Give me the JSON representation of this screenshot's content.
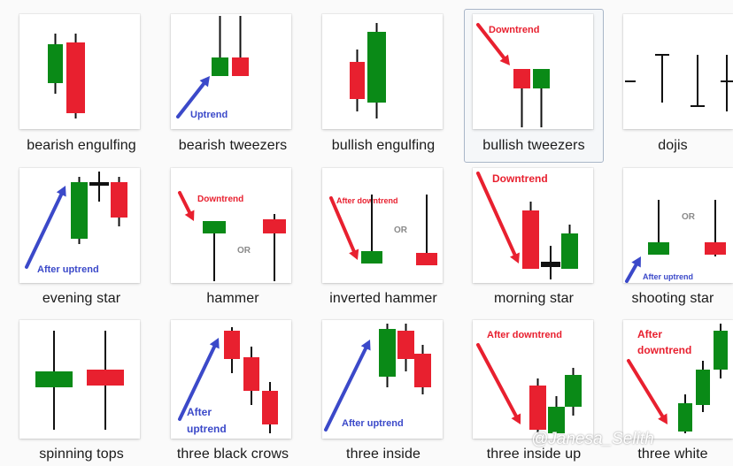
{
  "colors": {
    "bull": "#0a8a17",
    "bear": "#e8202f",
    "blue": "#3b49c9",
    "text": "#1a1a1a",
    "or": "#8a8a8a"
  },
  "tiles": [
    {
      "label": "bearish engulfing",
      "icon": "bearish-engulfing-pattern-icon",
      "selected": false,
      "annotations": []
    },
    {
      "label": "bearish tweezers",
      "icon": "bearish-tweezers-pattern-icon",
      "selected": false,
      "annotations": [
        "Uptrend"
      ]
    },
    {
      "label": "bullish engulfing",
      "icon": "bullish-engulfing-pattern-icon",
      "selected": false,
      "annotations": []
    },
    {
      "label": "bullish tweezers",
      "icon": "bullish-tweezers-pattern-icon",
      "selected": true,
      "annotations": [
        "Downtrend"
      ]
    },
    {
      "label": "dojis",
      "icon": "dojis-pattern-icon",
      "selected": false,
      "annotations": []
    },
    {
      "label": "evening star",
      "icon": "evening-star-pattern-icon",
      "selected": false,
      "annotations": [
        "After uptrend"
      ]
    },
    {
      "label": "hammer",
      "icon": "hammer-pattern-icon",
      "selected": false,
      "annotations": [
        "Downtrend",
        "OR"
      ]
    },
    {
      "label": "inverted hammer",
      "icon": "inverted-hammer-pattern-icon",
      "selected": false,
      "annotations": [
        "After downtrend",
        "OR"
      ]
    },
    {
      "label": "morning star",
      "icon": "morning-star-pattern-icon",
      "selected": false,
      "annotations": [
        "Downtrend"
      ]
    },
    {
      "label": "shooting star",
      "icon": "shooting-star-pattern-icon",
      "selected": false,
      "annotations": [
        "OR",
        "After uptrend"
      ]
    },
    {
      "label": "spinning tops",
      "icon": "spinning-tops-pattern-icon",
      "selected": false,
      "annotations": []
    },
    {
      "label": "three black crows",
      "icon": "three-black-crows-pattern-icon",
      "selected": false,
      "annotations": [
        "After uptrend"
      ]
    },
    {
      "label": "three inside",
      "icon": "three-inside-pattern-icon",
      "selected": false,
      "annotations": [
        "After uptrend"
      ]
    },
    {
      "label": "three inside up",
      "icon": "three-inside-up-pattern-icon",
      "selected": false,
      "annotations": [
        "After downtrend"
      ]
    },
    {
      "label": "three white",
      "icon": "three-white-pattern-icon",
      "selected": false,
      "annotations": [
        "After downtrend"
      ]
    }
  ],
  "watermark": "@Janesa_Selith"
}
